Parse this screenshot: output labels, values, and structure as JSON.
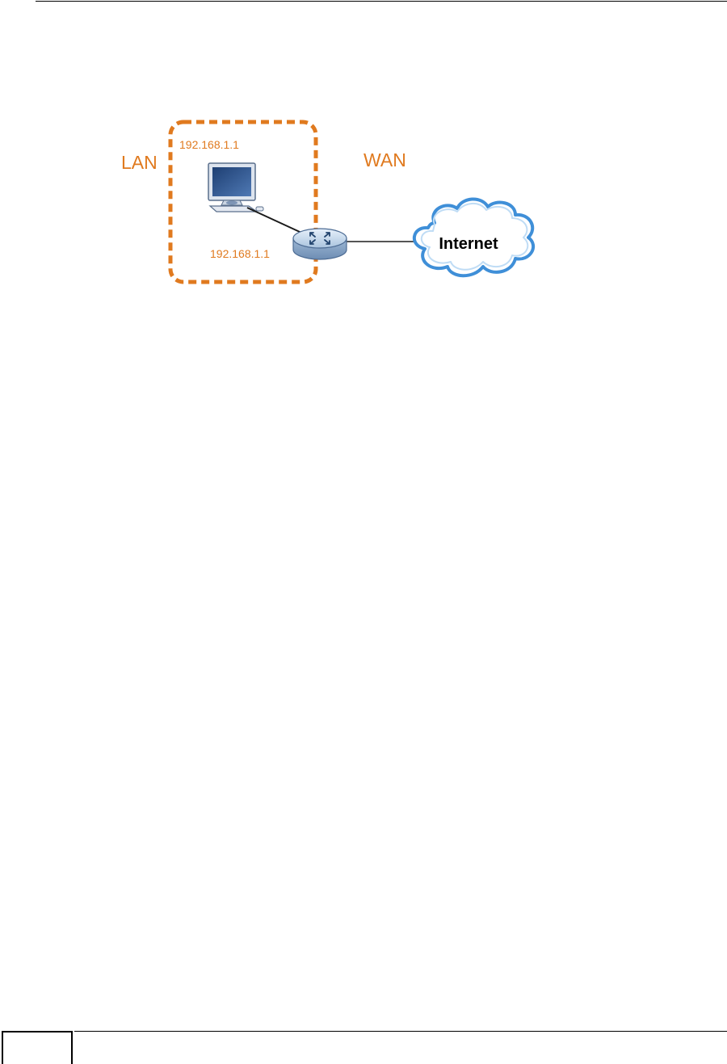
{
  "diagram": {
    "lan_label": "LAN",
    "wan_label": "WAN",
    "host_ip": "192.168.1.1",
    "router_ip": "192.168.1.1",
    "cloud_label": "Internet",
    "accent_color": "#e07a1f",
    "cloud_stroke_color": "#3f8fd8",
    "cloud_label_color": "#000000"
  },
  "footer": {
    "page_number": ""
  }
}
